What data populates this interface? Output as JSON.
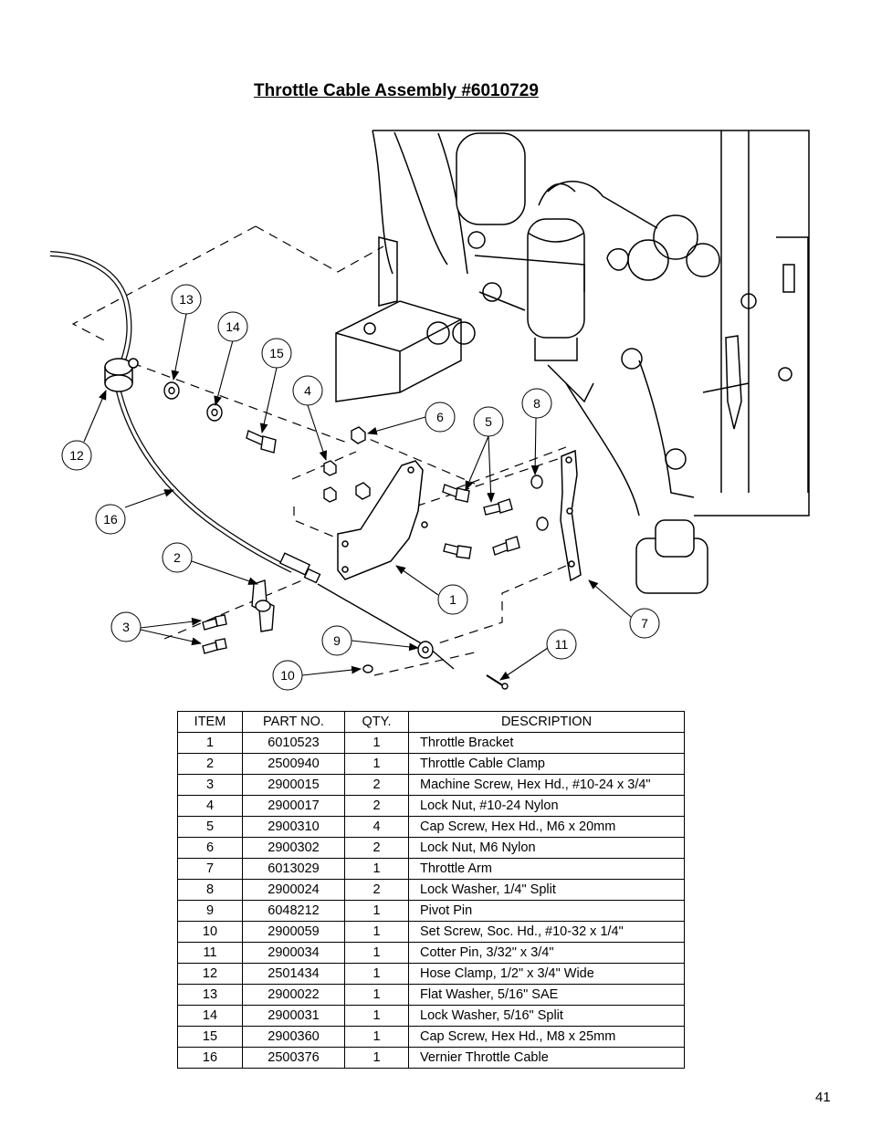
{
  "page": {
    "title": "Throttle Cable Assembly #6010729",
    "page_number": "41"
  },
  "callouts": [
    "1",
    "2",
    "3",
    "4",
    "5",
    "6",
    "7",
    "8",
    "9",
    "10",
    "11",
    "12",
    "13",
    "14",
    "15",
    "16"
  ],
  "table": {
    "headers": [
      "ITEM",
      "PART NO.",
      "QTY.",
      "DESCRIPTION"
    ],
    "rows": [
      [
        "1",
        "6010523",
        "1",
        "Throttle Bracket"
      ],
      [
        "2",
        "2500940",
        "1",
        "Throttle Cable Clamp"
      ],
      [
        "3",
        "2900015",
        "2",
        "Machine Screw, Hex Hd., #10-24 x 3/4\""
      ],
      [
        "4",
        "2900017",
        "2",
        "Lock Nut, #10-24 Nylon"
      ],
      [
        "5",
        "2900310",
        "4",
        "Cap Screw, Hex Hd., M6 x 20mm"
      ],
      [
        "6",
        "2900302",
        "2",
        "Lock Nut, M6 Nylon"
      ],
      [
        "7",
        "6013029",
        "1",
        "Throttle Arm"
      ],
      [
        "8",
        "2900024",
        "2",
        "Lock Washer, 1/4\" Split"
      ],
      [
        "9",
        "6048212",
        "1",
        "Pivot Pin"
      ],
      [
        "10",
        "2900059",
        "1",
        "Set Screw, Soc. Hd., #10-32 x 1/4\""
      ],
      [
        "11",
        "2900034",
        "1",
        "Cotter Pin, 3/32\" x 3/4\""
      ],
      [
        "12",
        "2501434",
        "1",
        "Hose Clamp, 1/2\" x 3/4\" Wide"
      ],
      [
        "13",
        "2900022",
        "1",
        "Flat Washer, 5/16\" SAE"
      ],
      [
        "14",
        "2900031",
        "1",
        "Lock Washer, 5/16\" Split"
      ],
      [
        "15",
        "2900360",
        "1",
        "Cap Screw, Hex Hd., M8 x 25mm"
      ],
      [
        "16",
        "2500376",
        "1",
        "Vernier Throttle Cable"
      ]
    ]
  }
}
